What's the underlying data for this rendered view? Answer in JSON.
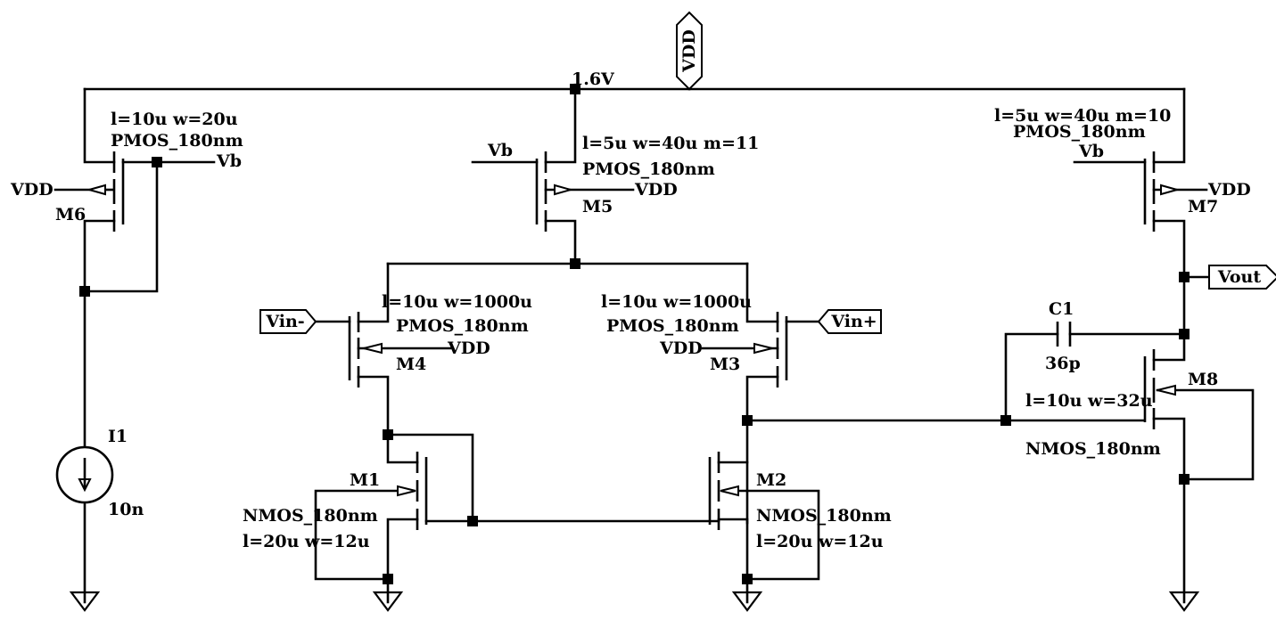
{
  "supply": {
    "rail_label": "VDD",
    "voltage": "1.6V"
  },
  "ground_symbols": 4,
  "current_source": {
    "name": "I1",
    "value": "10n"
  },
  "capacitor": {
    "name": "C1",
    "value": "36p"
  },
  "ports": {
    "vin_minus": "Vin-",
    "vin_plus": "Vin+",
    "vout": "Vout"
  },
  "transistors": {
    "M1": {
      "name": "M1",
      "model": "NMOS_180nm",
      "params": "l=20u w=12u"
    },
    "M2": {
      "name": "M2",
      "model": "NMOS_180nm",
      "params": "l=20u w=12u"
    },
    "M3": {
      "name": "M3",
      "model": "PMOS_180nm",
      "params": "l=10u w=1000u",
      "bulk": "VDD"
    },
    "M4": {
      "name": "M4",
      "model": "PMOS_180nm",
      "params": "l=10u w=1000u",
      "bulk": "VDD"
    },
    "M5": {
      "name": "M5",
      "model": "PMOS_180nm",
      "params": "l=5u w=40u m=11",
      "bulk": "VDD",
      "gate": "Vb"
    },
    "M6": {
      "name": "M6",
      "model": "PMOS_180nm",
      "params": "l=10u w=20u",
      "bulk": "VDD",
      "gate": "Vb"
    },
    "M7": {
      "name": "M7",
      "model": "PMOS_180nm",
      "params": "l=5u w=40u m=10",
      "bulk": "VDD",
      "gate": "Vb"
    },
    "M8": {
      "name": "M8",
      "model": "NMOS_180nm",
      "params": "l=10u w=32u"
    }
  }
}
